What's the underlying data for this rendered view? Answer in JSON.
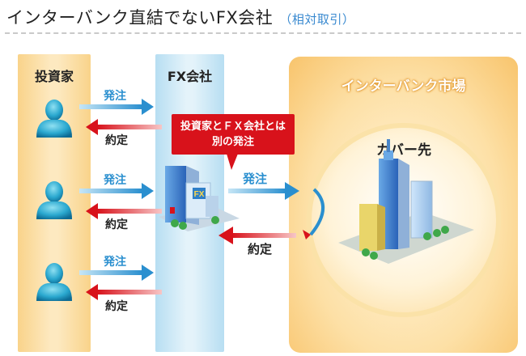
{
  "header": {
    "title": "インターバンク直結でないFX会社",
    "subtitle": "（相対取引）"
  },
  "columns": {
    "investor": "投資家",
    "fx_company": "FX会社"
  },
  "interbank": {
    "label": "インターバンク市場",
    "cover_label": "カバー先"
  },
  "arrows": {
    "order": "発注",
    "fill": "約定"
  },
  "callout": {
    "line1": "投資家とＦＸ会社とは",
    "line2": "別の発注"
  },
  "building_sign": "FX",
  "colors": {
    "order_arrow": "#2a8fcf",
    "fill_arrow": "#d8121b",
    "investor_column": "#f9d38a",
    "fx_column": "#b7def2",
    "interbank_bg": "#f8c46c",
    "callout_bg": "#d8121b"
  },
  "icons": [
    "person-icon",
    "office-building-icon",
    "skyscraper-cluster-icon",
    "curved-return-arrow-icon"
  ]
}
